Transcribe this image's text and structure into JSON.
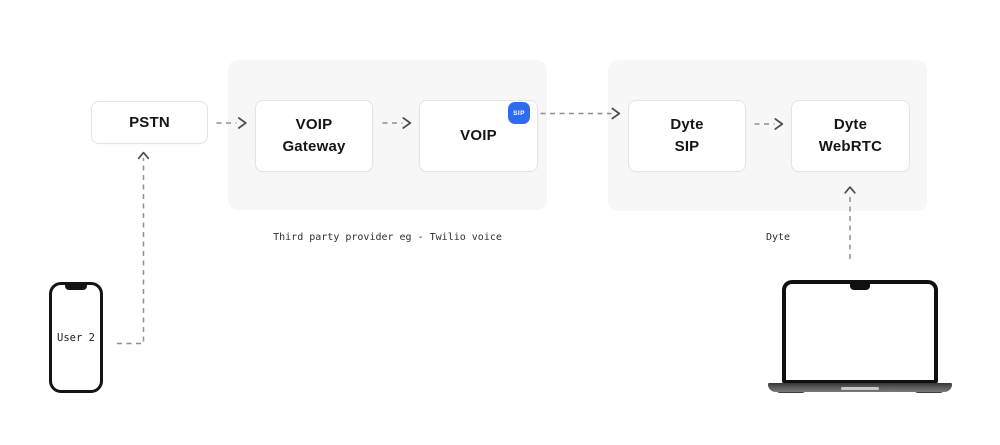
{
  "nodes": {
    "pstn": {
      "label": "PSTN"
    },
    "voip_gateway": {
      "label": "VOIP\nGateway"
    },
    "voip": {
      "label": "VOIP",
      "badge": "SIP"
    },
    "dyte_sip": {
      "label": "Dyte\nSIP"
    },
    "dyte_webrtc": {
      "label": "Dyte\nWebRTC"
    }
  },
  "groups": {
    "third_party": {
      "caption": "Third party provider eg - Twilio voice"
    },
    "dyte": {
      "caption": "Dyte"
    }
  },
  "devices": {
    "phone": {
      "label": "User 2"
    },
    "laptop": {
      "label": ""
    }
  },
  "connections": [
    {
      "from": "phone",
      "to": "pstn",
      "style": "dashed-arrow"
    },
    {
      "from": "pstn",
      "to": "voip_gateway",
      "style": "dashed-arrow"
    },
    {
      "from": "voip_gateway",
      "to": "voip",
      "style": "dashed-arrow"
    },
    {
      "from": "voip_sip_badge",
      "to": "dyte_sip",
      "style": "dashed-arrow"
    },
    {
      "from": "dyte_sip",
      "to": "dyte_webrtc",
      "style": "dashed-arrow"
    },
    {
      "from": "laptop",
      "to": "dyte_webrtc",
      "style": "dashed-arrow"
    }
  ],
  "colors": {
    "background": "#ffffff",
    "group_fill": "#f7f7f7",
    "node_border": "#e4e4e4",
    "badge_blue": "#2e6bf0",
    "badge_text": "#ffffff",
    "dash_gray": "#8f8f8f",
    "arrowhead_gray": "#4d4d4d",
    "node_text": "#151515",
    "caption_text": "#2e2e2e"
  }
}
